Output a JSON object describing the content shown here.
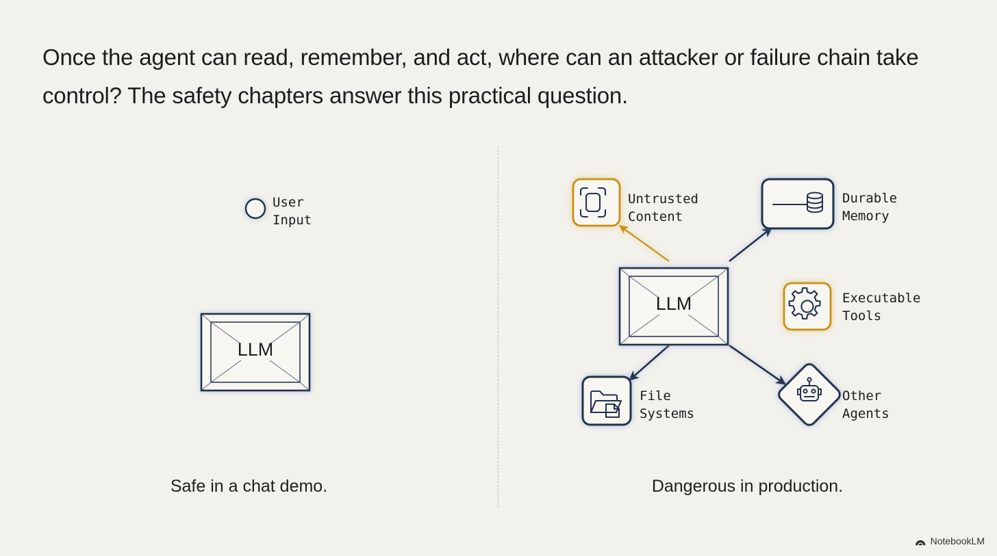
{
  "slide": {
    "background_color": "#f2f1ec",
    "headline": "Once the agent can read, remember, and act, where can an attacker or failure chain take control? The safety chapters answer this practical question."
  },
  "colors": {
    "navy": "#20304d",
    "amber": "#c79018",
    "text": "#1c1c1c",
    "background": "#f2f1ec",
    "divider": "#bcbcb5",
    "glow_blue": "#aebede",
    "glow_amber": "#e8cf8e"
  },
  "left_panel": {
    "caption": "Safe in a chat demo.",
    "nodes": [
      {
        "id": "user-input",
        "label": "User\nInput",
        "shape": "circle",
        "accent": "navy"
      },
      {
        "id": "llm",
        "label": "LLM",
        "shape": "framed-box",
        "accent": "navy"
      }
    ],
    "edges": [
      {
        "from": "user-input",
        "to": "llm",
        "color": "navy",
        "arrow": true
      }
    ]
  },
  "right_panel": {
    "caption": "Dangerous in production.",
    "center_node": {
      "id": "llm",
      "label": "LLM",
      "shape": "framed-box",
      "accent": "navy"
    },
    "nodes": [
      {
        "id": "untrusted-content",
        "label": "Untrusted\nContent",
        "icon": "scan-frame-icon",
        "shape": "rounded-square",
        "accent": "amber",
        "position": "top-left"
      },
      {
        "id": "durable-memory",
        "label": "Durable\nMemory",
        "icon": "database-icon",
        "shape": "rounded-rect",
        "accent": "navy",
        "position": "top-right"
      },
      {
        "id": "executable-tools",
        "label": "Executable\nTools",
        "icon": "gear-icon",
        "shape": "rounded-square",
        "accent": "amber",
        "position": "right"
      },
      {
        "id": "file-systems",
        "label": "File\nSystems",
        "icon": "folder-document-icon",
        "shape": "rounded-square",
        "accent": "navy",
        "position": "bottom-left"
      },
      {
        "id": "other-agents",
        "label": "Other\nAgents",
        "icon": "robot-icon",
        "shape": "diamond",
        "accent": "navy",
        "position": "bottom-right"
      }
    ],
    "edges": [
      {
        "from": "llm",
        "to": "untrusted-content",
        "color": "amber",
        "arrow": true
      },
      {
        "from": "llm",
        "to": "durable-memory",
        "color": "navy",
        "arrow": true
      },
      {
        "from": "llm",
        "to": "executable-tools",
        "color": "amber",
        "arrow": true
      },
      {
        "from": "llm",
        "to": "file-systems",
        "color": "navy",
        "arrow": true
      },
      {
        "from": "llm",
        "to": "other-agents",
        "color": "navy",
        "arrow": true
      }
    ]
  },
  "watermark": {
    "label": "NotebookLM",
    "icon": "notebooklm-arc-icon"
  }
}
